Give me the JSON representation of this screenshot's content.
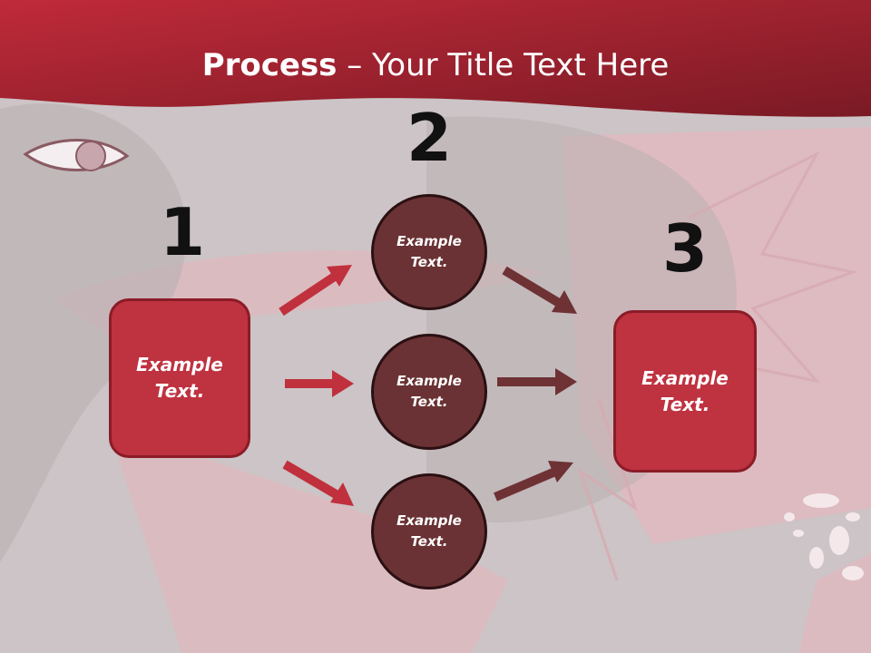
{
  "slide": {
    "title_bold": "Process",
    "title_rest": " – Your Title Text Here"
  },
  "steps": {
    "number_1": "1",
    "number_2": "2",
    "number_3": "3"
  },
  "nodes": {
    "left_box": "Example\nText.",
    "circle_top": "Example\nText.",
    "circle_middle": "Example\nText.",
    "circle_bottom": "Example\nText.",
    "right_box": "Example\nText."
  },
  "colors": {
    "header": "#a22232",
    "box_fill": "#bf3240",
    "circle_fill": "#6a3234",
    "arrow_red": "#c0303d",
    "arrow_dark": "#6e3234",
    "background": "#ccc4c6"
  }
}
